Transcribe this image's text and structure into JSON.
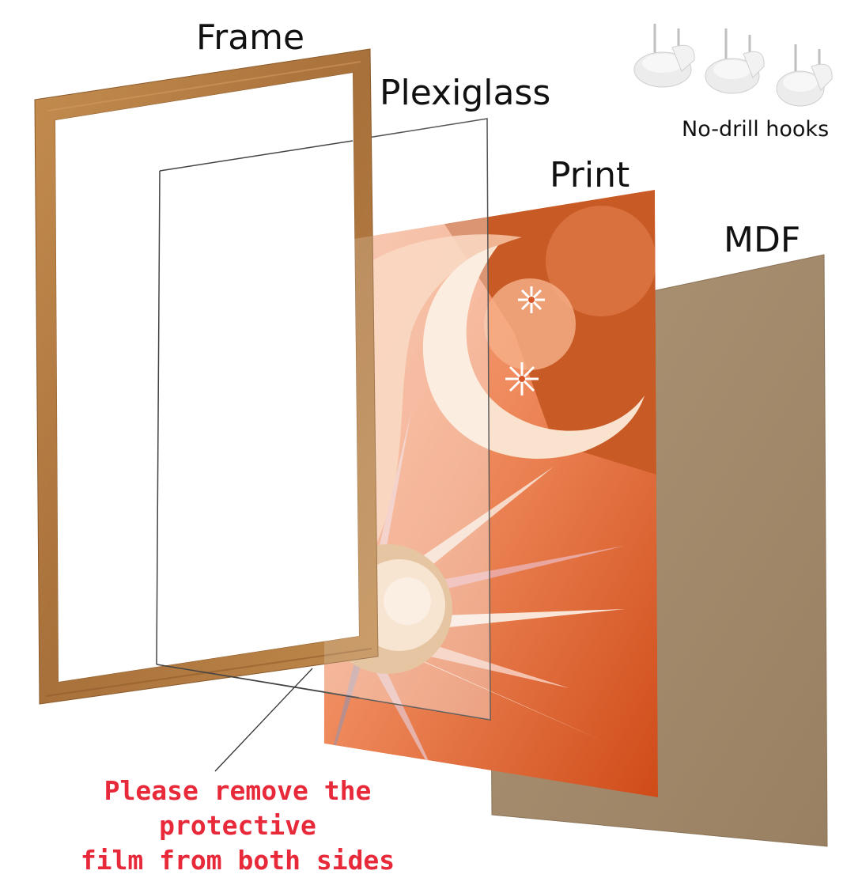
{
  "labels": {
    "frame": "Frame",
    "plexiglass": "Plexiglass",
    "print": "Print",
    "mdf": "MDF",
    "hooks": "No-drill hooks"
  },
  "note": {
    "line1": "Please remove the protective",
    "line2": "film from both sides"
  },
  "colors": {
    "frame_wood": "#b07a3e",
    "mdf": "#a38b6c",
    "print_orange": "#d4541f",
    "print_peach": "#f3a07a",
    "note_red": "#e8293a"
  }
}
